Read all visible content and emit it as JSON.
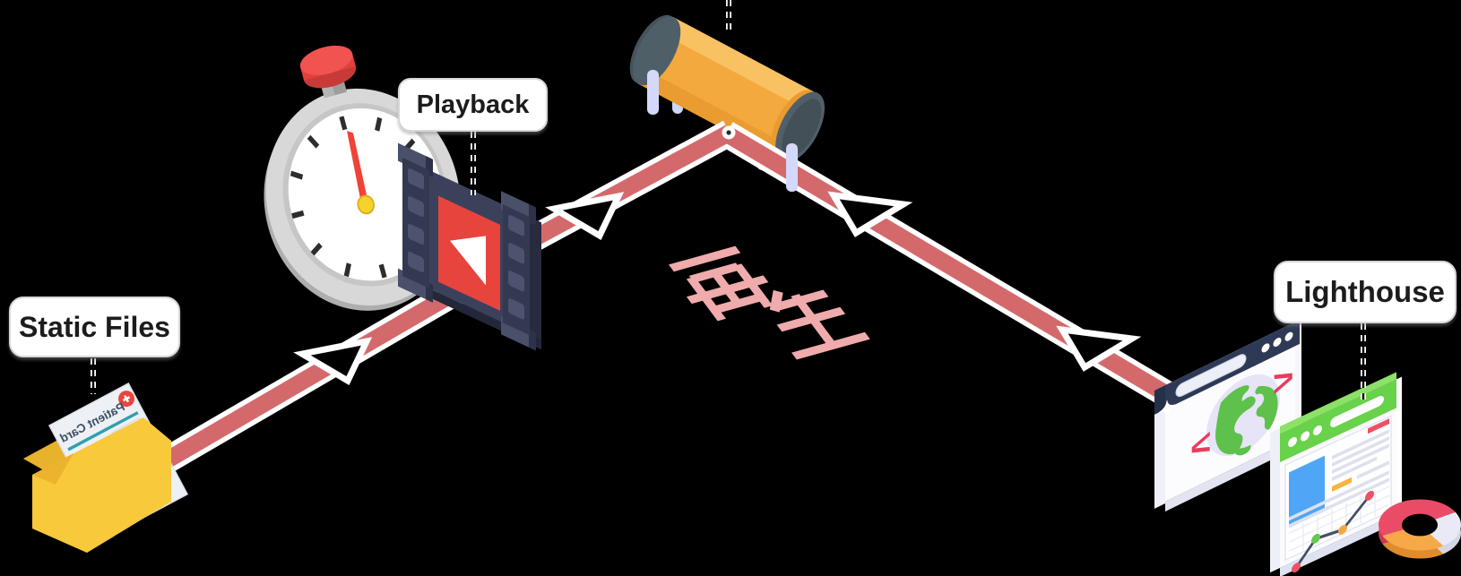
{
  "diagram": {
    "description_labels": [
      "Static Files",
      "Playback",
      "Lighthouse"
    ],
    "edges": [
      {
        "from": "playback",
        "to": "static-files",
        "arrowheads": 1
      },
      {
        "from": "replay-proxy",
        "to": "playback",
        "arrowheads": 1
      },
      {
        "from": "lighthouse",
        "to": "replay-proxy",
        "arrowheads": 2
      }
    ]
  },
  "labels": {
    "static_files": "Static Files",
    "playback": "Playback",
    "lighthouse": "Lighthouse"
  },
  "center_text": {
    "value": "再生",
    "char1": "再",
    "char2": "生",
    "color": "#f0abad"
  },
  "patient_card": {
    "title": "Patient Card"
  },
  "browser_globe": {
    "chevron_left": "<",
    "chevron_right": ">"
  },
  "colors": {
    "background": "#000000",
    "arrow_band": "#d4696c",
    "arrow_casing": "#ffffff",
    "folder_yellow": "#f9c93c",
    "cylinder_orange": "#f4a93e",
    "cylinder_cap": "#50606a",
    "film_frame_navy": "#3c415b",
    "film_red": "#e8443e",
    "browser_header_navy": "#2e3a55",
    "browser_header_green": "#68d24a",
    "globe_green": "#5ec14c",
    "chevron_red": "#e83b5e",
    "report_blue": "#4fa5f6",
    "report_red": "#ed5168",
    "report_orange": "#f7b33e",
    "donut_red": "#ea4c68",
    "donut_orange": "#f7a94a",
    "donut_white": "#e9eaf6",
    "kanji_pink": "#f0abad",
    "label_text": "#1c1c1e"
  }
}
